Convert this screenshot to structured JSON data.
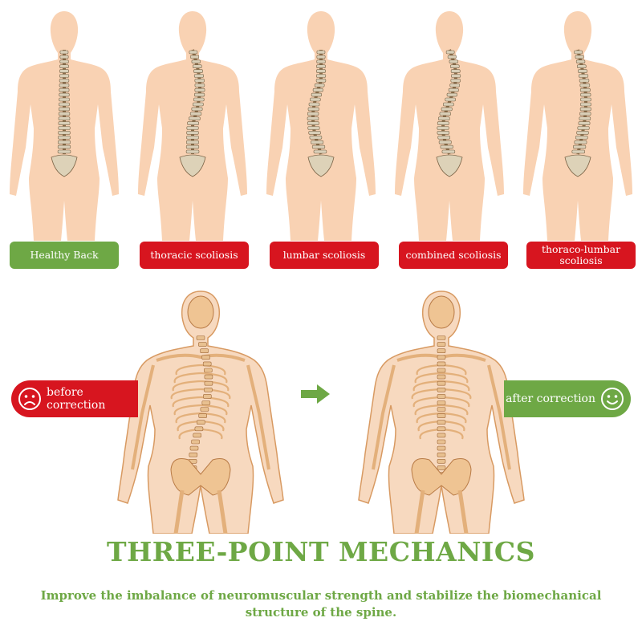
{
  "types": [
    {
      "label": "Healthy Back",
      "color": "#6ea845",
      "spine": "straight"
    },
    {
      "label": "thoracic scoliosis",
      "color": "#d7151f",
      "spine": "thoracic"
    },
    {
      "label": "lumbar scoliosis",
      "color": "#d7151f",
      "spine": "lumbar"
    },
    {
      "label": "combined scoliosis",
      "color": "#d7151f",
      "spine": "combined"
    },
    {
      "label": "thoraco-lumbar scoliosis",
      "color": "#d7151f",
      "spine": "thoracolumbar"
    }
  ],
  "comparison": {
    "before_label": "before correction",
    "after_label": "after correction",
    "before_face": "sad-face-icon",
    "after_face": "smile-face-icon",
    "arrow": "right-arrow-icon"
  },
  "title": "THREE-POINT MECHANICS",
  "subtitle": "Improve the imbalance of neuromuscular strength and stabilize the biomechanical structure of the spine.",
  "colors": {
    "accent_green": "#6ea845",
    "alert_red": "#d7151f",
    "skin": "#f9d2b3",
    "bone": "#e3b07b"
  }
}
